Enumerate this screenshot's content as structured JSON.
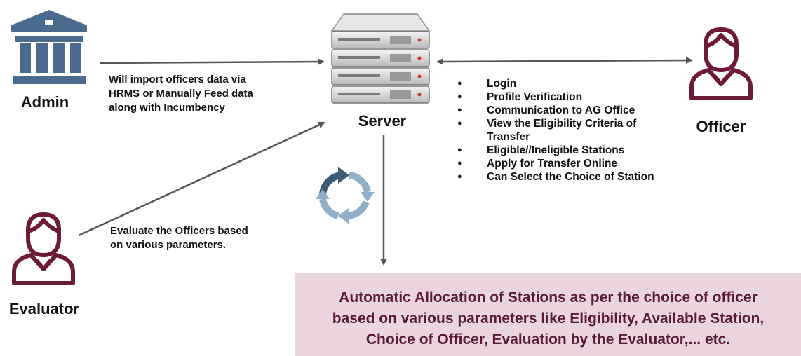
{
  "actors": {
    "admin": {
      "label": "Admin",
      "icon": "bank-building-icon"
    },
    "server": {
      "label": "Server",
      "icon": "server-rack-icon"
    },
    "officer": {
      "label": "Officer",
      "icon": "officer-person-icon"
    },
    "evaluator": {
      "label": "Evaluator",
      "icon": "evaluator-person-icon"
    }
  },
  "notes": {
    "admin_lines": [
      "Will import officers data via",
      "HRMS or Manually Feed data",
      "along with Incumbency"
    ],
    "evaluator_lines": [
      "Evaluate the Officers based",
      "on various parameters."
    ]
  },
  "officer_features": [
    "Login",
    "Profile Verification",
    "Communication to AG Office",
    "View the Eligibility Criteria of Transfer",
    "Eligible//Ineligible Stations",
    "Apply for Transfer Online",
    "Can Select the Choice of Station"
  ],
  "result": {
    "lines": [
      "Automatic Allocation of Stations as per the choice of officer",
      "based on various parameters like Eligibility, Available Station,",
      "Choice of Officer, Evaluation by the Evaluator,... etc."
    ]
  },
  "colors": {
    "admin_icon": "#4a6a8e",
    "person_icon": "#6b1a3a",
    "result_bg": "#ead4dd",
    "result_text": "#5a1a3c",
    "arrow": "#555555",
    "cycle_dark": "#3d5b74",
    "cycle_light": "#8fb0c6"
  }
}
